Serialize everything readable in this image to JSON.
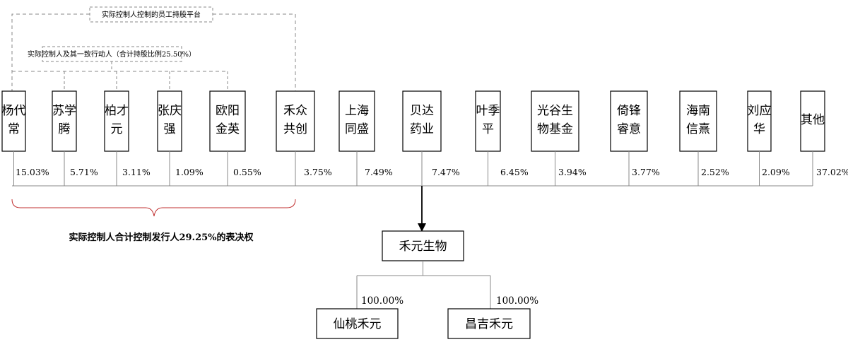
{
  "groups": {
    "employee_platform": "实际控制人控制的员工持股平台",
    "concert_parties": "实际控制人及其一致行动人（合计持股比例25.50%）",
    "voting_summary": "实际控制人合计控制发行人29.25%的表决权"
  },
  "shareholders": [
    {
      "id": "yang-daichang",
      "lines": [
        "杨代",
        "常"
      ],
      "pct": "15.03%"
    },
    {
      "id": "su-xueteng",
      "lines": [
        "苏学",
        "腾"
      ],
      "pct": "5.71%"
    },
    {
      "id": "bai-caiyuan",
      "lines": [
        "柏才",
        "元"
      ],
      "pct": "3.11%"
    },
    {
      "id": "zhang-qingqiang",
      "lines": [
        "张庆",
        "强"
      ],
      "pct": "1.09%"
    },
    {
      "id": "ouyang-jinying",
      "lines": [
        "欧阳",
        "金英"
      ],
      "pct": "0.55%"
    },
    {
      "id": "hezhong-gongchuang",
      "lines": [
        "禾众",
        "共创"
      ],
      "pct": "3.75%"
    },
    {
      "id": "shanghai-tongsheng",
      "lines": [
        "上海",
        "同盛"
      ],
      "pct": "7.49%"
    },
    {
      "id": "beida-yaoye",
      "lines": [
        "贝达",
        "药业"
      ],
      "pct": "7.47%"
    },
    {
      "id": "ye-jiping",
      "lines": [
        "叶季",
        "平"
      ],
      "pct": "6.45%"
    },
    {
      "id": "guanggu-fund",
      "lines": [
        "光谷生",
        "物基金"
      ],
      "pct": "3.94%"
    },
    {
      "id": "yifeng-ruiyi",
      "lines": [
        "倚锋",
        "睿意"
      ],
      "pct": "3.77%"
    },
    {
      "id": "hainan-xinxi",
      "lines": [
        "海南",
        "信熹"
      ],
      "pct": "2.52%"
    },
    {
      "id": "liu-yinghua",
      "lines": [
        "刘应",
        "华"
      ],
      "pct": "2.09%"
    },
    {
      "id": "others",
      "lines": [
        "其他"
      ],
      "pct": "37.02%"
    }
  ],
  "company": "禾元生物",
  "subsidiaries": [
    {
      "id": "xiantao-heyuan",
      "name": "仙桃禾元",
      "pct": "100.00%"
    },
    {
      "id": "changji-heyuan",
      "name": "昌吉禾元",
      "pct": "100.00%"
    }
  ]
}
